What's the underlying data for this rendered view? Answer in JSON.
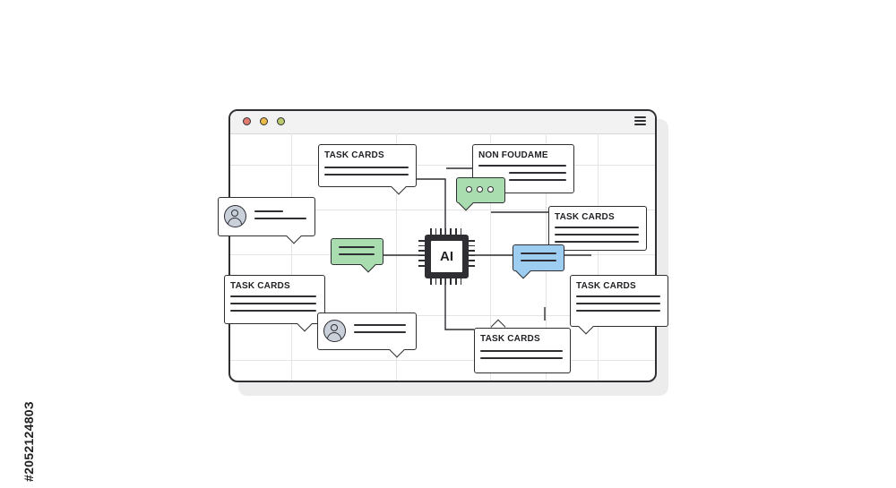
{
  "window": {
    "traffic_lights": [
      "#e07b6f",
      "#e9b949",
      "#b9c96e"
    ],
    "menu_icon": "hamburger-menu-icon"
  },
  "chip": {
    "label": "AI",
    "icon": "ai-chip-icon"
  },
  "cards": [
    {
      "id": "task-cards-top-left",
      "label": "TASK CARDS"
    },
    {
      "id": "non-foudame",
      "label": "NON FOUDAME"
    },
    {
      "id": "task-cards-right-upper",
      "label": "TASK CARDS"
    },
    {
      "id": "task-cards-left-lower",
      "label": "TASK CARDS"
    },
    {
      "id": "task-cards-right-lower",
      "label": "TASK CARDS"
    },
    {
      "id": "task-cards-bottom",
      "label": "TASK CARDS"
    }
  ],
  "bubbles": {
    "green_color": "#a9dcae",
    "blue_color": "#9ecdf2",
    "typing_indicator": "ellipsis-icon"
  },
  "avatars": [
    "user-avatar-icon",
    "user-avatar-icon"
  ],
  "watermark": {
    "id_text": "#205212480З"
  }
}
